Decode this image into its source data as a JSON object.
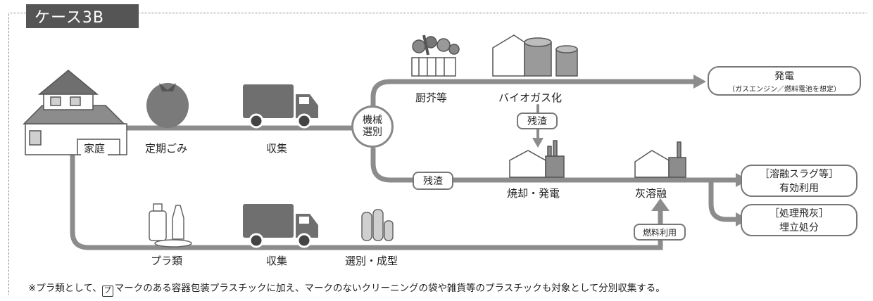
{
  "case_label": "ケース3B",
  "nodes": {
    "home": "家庭",
    "regular_waste": "定期ごみ",
    "collection_top": "収集",
    "sorting_line1": "機械",
    "sorting_line2": "選別",
    "kitchen_waste": "厨芥等",
    "biogas": "バイオガス化",
    "residue_biogas": "残渣",
    "residue_main": "残渣",
    "incineration": "焼却・発電",
    "ash_melting": "灰溶融",
    "fuel_use": "燃料利用",
    "plastics": "プラ類",
    "collection_bottom": "収集",
    "sort_mold": "選別・成型"
  },
  "outputs": {
    "power_title": "発電",
    "power_sub": "（ガスエンジン／燃料電池を想定）",
    "slag_line1": "［溶融スラグ等］",
    "slag_line2": "有効利用",
    "flyash_line1": "［処理飛灰］",
    "flyash_line2": "埋立処分"
  },
  "footnote": {
    "prefix": "※プラ類として、",
    "mark_icon": "recycle-mark-icon",
    "mark_text": "プ",
    "body": "マークのある容器包装プラスチックに加え、マークのないクリーニングの袋や雑貨等のプラスチックも対象として分別収集する。"
  },
  "colors": {
    "flow": "#8c8c8c",
    "tab": "#555555",
    "icon": "#6f6f6f"
  }
}
